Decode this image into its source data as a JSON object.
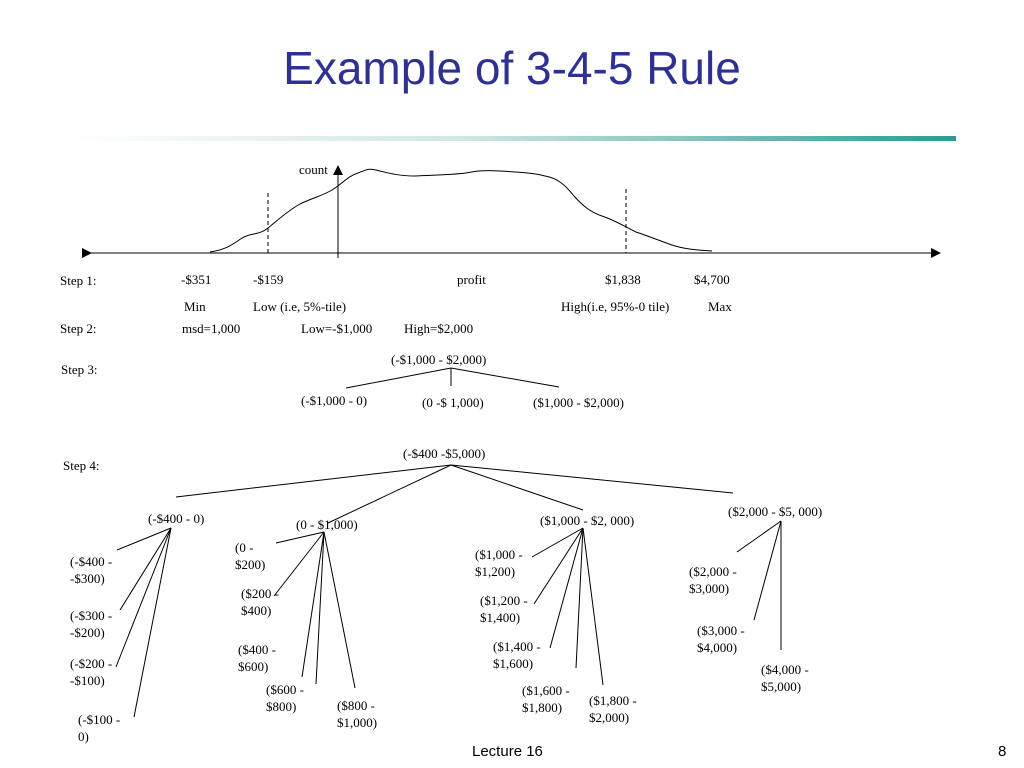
{
  "slide": {
    "title": "Example of 3-4-5 Rule"
  },
  "footer": {
    "lecture": "Lecture 16",
    "page": "8"
  },
  "distribution": {
    "y_label": "count",
    "x_label": "profit"
  },
  "steps": {
    "step1": {
      "label": "Step 1:",
      "values": {
        "min": "-$351",
        "low": "-$159",
        "high": "$1,838",
        "max": "$4,700"
      },
      "names": {
        "min": "Min",
        "low": "Low (i.e, 5%-tile)",
        "high": "High(i.e, 95%-0 tile)",
        "max": "Max"
      }
    },
    "step2": {
      "label": "Step 2:",
      "msd": "msd=1,000",
      "low": "Low=-$1,000",
      "high": "High=$2,000"
    },
    "step3": {
      "label": "Step 3:",
      "root": "(-$1,000  - $2,000)",
      "children": [
        "(-$1,000 - 0)",
        "(0 -$ 1,000)",
        "($1,000 - $2,000)"
      ]
    },
    "step4": {
      "label": "Step 4:",
      "root": "(-$400 -$5,000)",
      "groups": [
        {
          "label": "(-$400 - 0)",
          "items": [
            "(-$400 - -$300)",
            "(-$300 - -$200)",
            "(-$200 - -$100)",
            "(-$100 - 0)"
          ]
        },
        {
          "label": "(0 - $1,000)",
          "items": [
            "(0 - $200)",
            "($200 - $400)",
            "($400 - $600)",
            "($600 - $800)",
            "($800 - $1,000)"
          ]
        },
        {
          "label": "($1,000 - $2, 000)",
          "items": [
            "($1,000 - $1,200)",
            "($1,200 - $1,400)",
            "($1,400 - $1,600)",
            "($1,600 - $1,800)",
            "($1,800 - $2,000)"
          ]
        },
        {
          "label": "($2,000 - $5, 000)",
          "items": [
            "($2,000 - $3,000)",
            "($3,000 - $4,000)",
            "($4,000 - $5,000)"
          ]
        }
      ]
    }
  }
}
